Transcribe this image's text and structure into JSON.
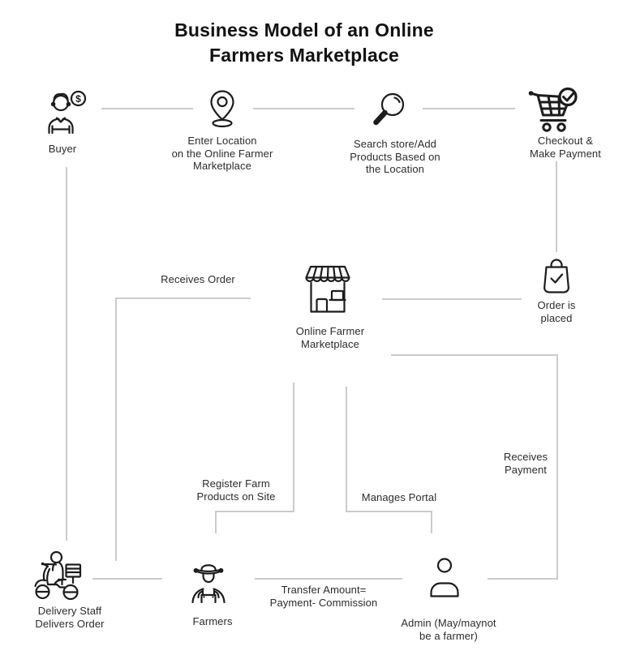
{
  "title": "Business Model of an Online\nFarmers Marketplace",
  "colors": {
    "background": "#ffffff",
    "text": "#2b2b2b",
    "title_text": "#121212",
    "icon_stroke": "#1c1c1c",
    "connector_line": "#cbcbcb"
  },
  "nodes": {
    "buyer": {
      "label": "Buyer",
      "icon": "buyer-icon"
    },
    "enter_location": {
      "label": "Enter Location\non the Online Farmer\nMarketplace",
      "icon": "location-pin-icon"
    },
    "search_store": {
      "label": "Search store/Add\nProducts Based on\nthe Location",
      "icon": "search-icon"
    },
    "checkout": {
      "label": "Checkout &\nMake Payment",
      "icon": "cart-icon"
    },
    "order_placed": {
      "label": "Order is\nplaced",
      "icon": "shopping-bag-icon"
    },
    "marketplace": {
      "label": "Online Farmer\nMarketplace",
      "icon": "store-icon"
    },
    "delivery_staff": {
      "label": "Delivery Staff\nDelivers Order",
      "icon": "delivery-scooter-icon"
    },
    "farmers": {
      "label": "Farmers",
      "icon": "farmer-icon"
    },
    "admin": {
      "label": "Admin (May/maynot\nbe a farmer)",
      "icon": "person-icon"
    }
  },
  "edge_labels": {
    "receives_order": "Receives Order",
    "receives_payment": "Receives\nPayment",
    "register_products": "Register Farm\nProducts on Site",
    "manages_portal": "Manages Portal",
    "transfer_amount": "Transfer Amount=\nPayment- Commission"
  },
  "glyphs": {
    "dollar": "$"
  }
}
